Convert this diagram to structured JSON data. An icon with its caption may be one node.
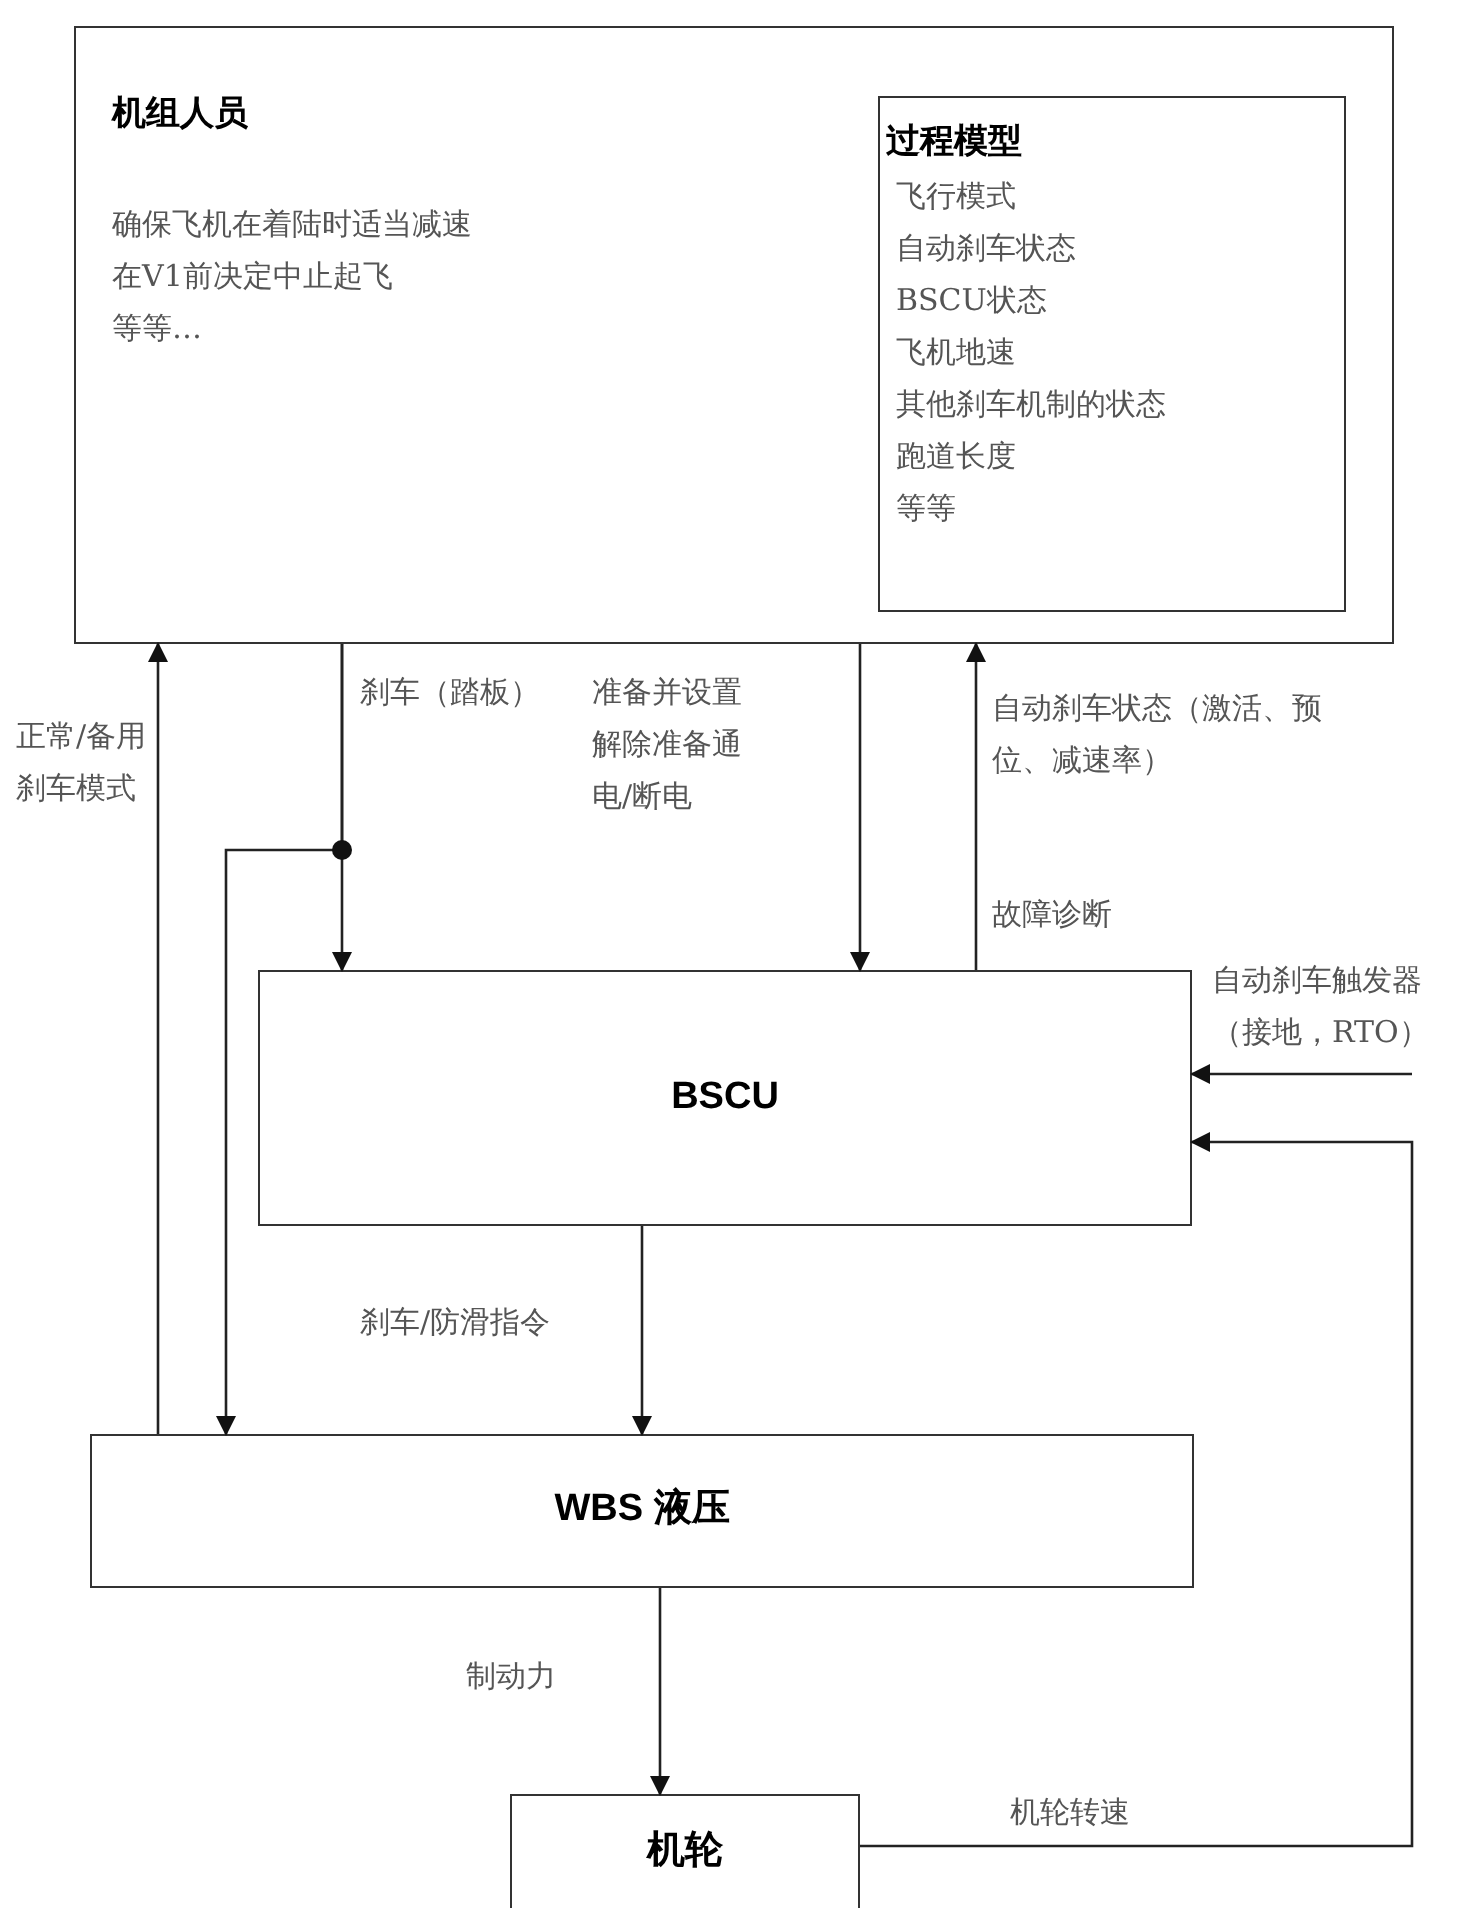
{
  "diagram": {
    "nodes": [
      {
        "text": [
          "机组人员",
          "确保飞机在着陆时适当减速",
          "在V1前决定中止起飞",
          "等等…"
        ]
      },
      {
        "text": [
          "过程模型",
          "飞行模式",
          "自动刹车状态",
          "BSCU状态",
          "飞机地速",
          "其他刹车机制的状态",
          "跑道长度",
          "等等"
        ],
        "in": 0
      },
      {
        "text": [
          "BSCU"
        ]
      },
      {
        "text": [
          "WBS 液压"
        ]
      },
      {
        "text": [
          "机轮"
        ]
      }
    ],
    "edges": [
      {
        "from": 0,
        "to": 2,
        "arrow": "to",
        "label": "刹车（踏板）"
      },
      {
        "from": 0,
        "to": 3,
        "arrow": "to"
      },
      {
        "from": 0,
        "to": 2,
        "arrow": "to",
        "label": "准备并设置解除准备通电/断电"
      },
      {
        "from": 2,
        "to": 0,
        "arrow": "to",
        "label": "自动刹车状态（激活、预位、减速率）"
      },
      {
        "from": 3,
        "to": 0,
        "arrow": "to",
        "label": "正常/备用刹车模式"
      },
      {
        "from": 2,
        "to": 3,
        "arrow": "to",
        "label": "刹车/防滑指令"
      },
      {
        "from": 3,
        "to": 4,
        "arrow": "to",
        "label": "制动力"
      },
      {
        "from": null,
        "to": 2,
        "arrow": "to",
        "label": "自动刹车触发器（接地，RTO）"
      },
      {
        "from": 4,
        "to": 2,
        "arrow": "to",
        "label": "机轮转速"
      }
    ],
    "labels": [
      "故障诊断"
    ]
  }
}
